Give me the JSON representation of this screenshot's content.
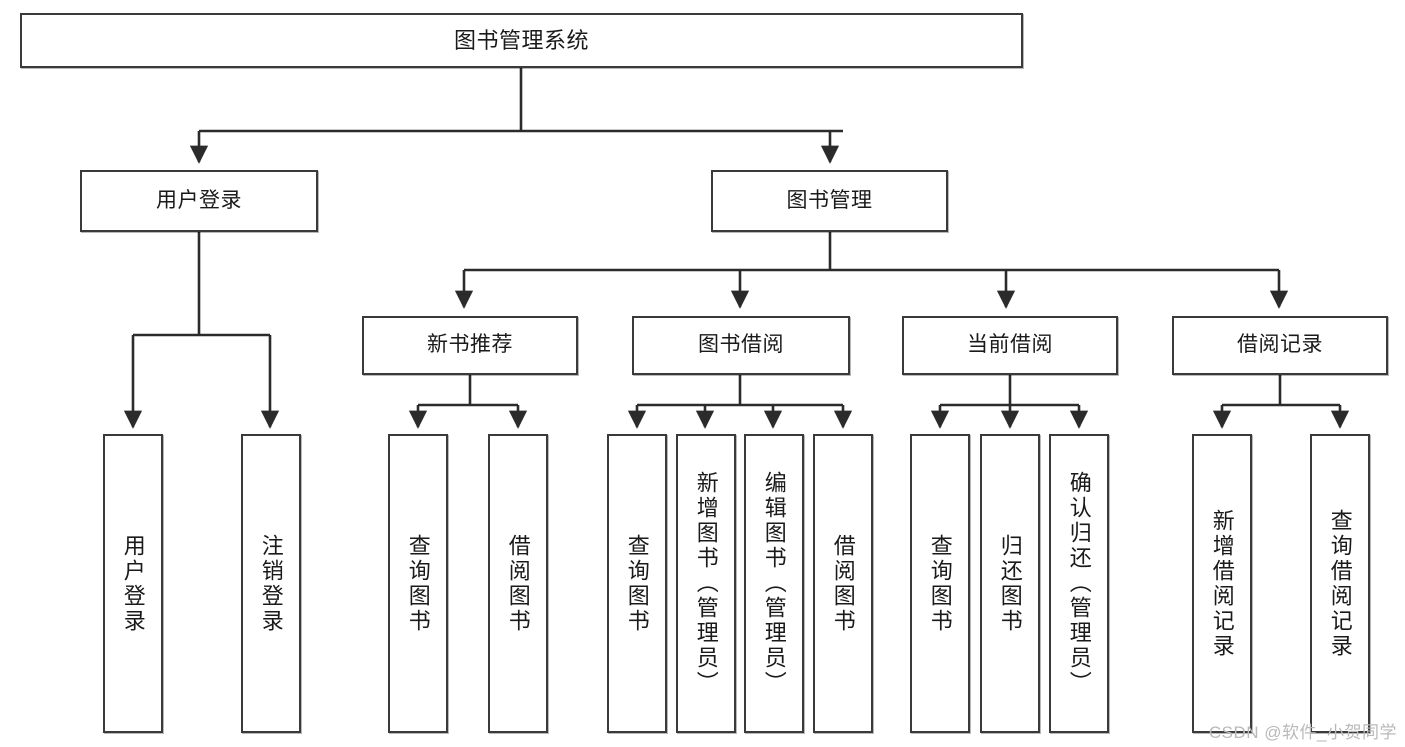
{
  "diagram": {
    "title": "图书管理系统",
    "type": "tree-structure-chart",
    "watermark": "CSDN @软件_小贺同学",
    "colors": {
      "box_border": "#3a3a3a",
      "box_fill": "#ffffff",
      "connector": "#2b2b2b",
      "watermark": "#b9b9b9"
    }
  },
  "nodes": {
    "root": {
      "label": "图书管理系统"
    },
    "level2": [
      {
        "label": "用户登录"
      },
      {
        "label": "图书管理"
      }
    ],
    "level3": [
      {
        "label": "新书推荐"
      },
      {
        "label": "图书借阅"
      },
      {
        "label": "当前借阅"
      },
      {
        "label": "借阅记录"
      }
    ],
    "leaves": {
      "user_login": [
        {
          "label": "用户登录"
        },
        {
          "label": "注销登录"
        }
      ],
      "new_book_recommend": [
        {
          "label": "查询图书"
        },
        {
          "label": "借阅图书"
        }
      ],
      "book_borrow": [
        {
          "label": "查询图书"
        },
        {
          "label": "新增图书（管理员）"
        },
        {
          "label": "编辑图书（管理员）"
        },
        {
          "label": "借阅图书"
        }
      ],
      "current_borrow": [
        {
          "label": "查询图书"
        },
        {
          "label": "归还图书"
        },
        {
          "label": "确认归还（管理员）"
        }
      ],
      "borrow_record": [
        {
          "label": "新增借阅记录"
        },
        {
          "label": "查询借阅记录"
        }
      ]
    }
  }
}
